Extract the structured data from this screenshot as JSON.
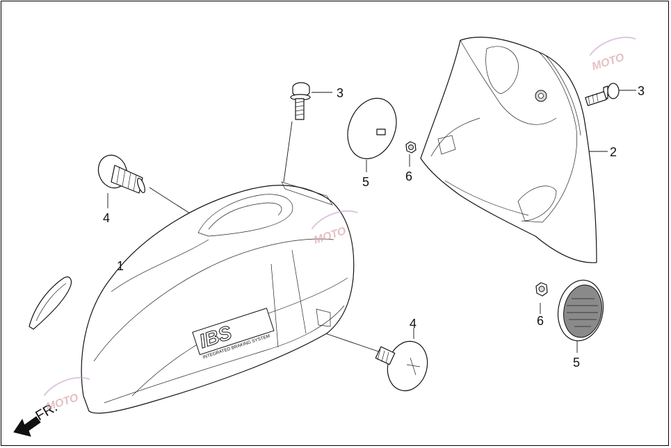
{
  "diagram": {
    "direction_label": "FR.",
    "callouts": {
      "fender_front": "1",
      "fender_rear": "2",
      "bolt_top": "3",
      "bolt_right": "3",
      "screw_left": "4",
      "screw_bottom": "4",
      "cap_top": "5",
      "reflector_bottom": "5",
      "nut_top": "6",
      "nut_bottom": "6"
    },
    "decal": {
      "logo": "IBS",
      "text": "INTEGRATED BRAKING SYSTEM"
    },
    "watermark": "MOTO",
    "colors": {
      "line": "#111111",
      "watermark": "#d9a6ad"
    }
  }
}
